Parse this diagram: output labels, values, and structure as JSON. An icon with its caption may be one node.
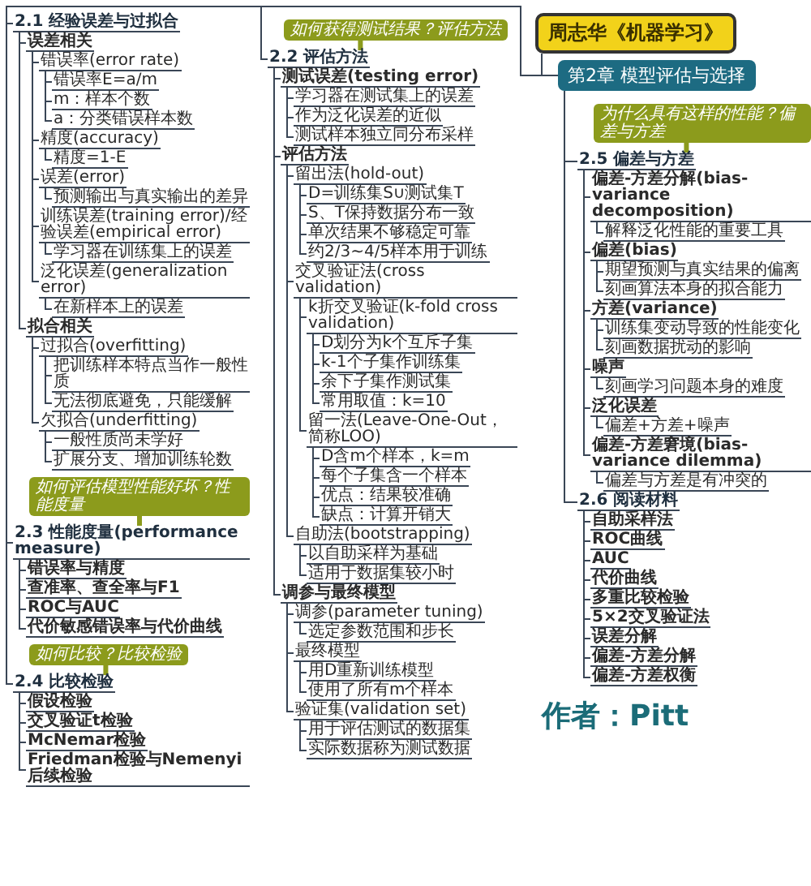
{
  "diagram": {
    "nodes": [
      {
        "text": [
          "周志华《机器学习》"
        ]
      },
      {
        "text": [
          "第2章 模型评估与选择"
        ]
      },
      {
        "text": [
          "2.1 经验误差与过拟合"
        ]
      },
      {
        "text": [
          "误差相关"
        ]
      },
      {
        "text": [
          "错误率(error rate)"
        ]
      },
      {
        "text": [
          "错误率E=a/m"
        ]
      },
      {
        "text": [
          "m：样本个数"
        ]
      },
      {
        "text": [
          "a：分类错误样本数"
        ]
      },
      {
        "text": [
          "精度(accuracy)"
        ]
      },
      {
        "text": [
          "精度=1-E"
        ]
      },
      {
        "text": [
          "误差(error)"
        ]
      },
      {
        "text": [
          "预测输出与真实输出的差异"
        ]
      },
      {
        "text": [
          "训练误差(training error)/经验误差(empirical error)"
        ]
      },
      {
        "text": [
          "学习器在训练集上的误差"
        ]
      },
      {
        "text": [
          "泛化误差(generalization error)"
        ]
      },
      {
        "text": [
          "在新样本上的误差"
        ]
      },
      {
        "text": [
          "拟合相关"
        ]
      },
      {
        "text": [
          "过拟合(overfitting)"
        ]
      },
      {
        "text": [
          "把训练样本特点当作一般性质"
        ]
      },
      {
        "text": [
          "无法彻底避免，只能缓解"
        ]
      },
      {
        "text": [
          "欠拟合(underfitting)"
        ]
      },
      {
        "text": [
          "一般性质尚未学好"
        ]
      },
      {
        "text": [
          "扩展分支、增加训练轮数"
        ]
      },
      {
        "text": [
          "如何获得测试结果？评估方法"
        ]
      },
      {
        "text": [
          "2.2 评估方法"
        ]
      },
      {
        "text": [
          "测试误差(testing error)"
        ]
      },
      {
        "text": [
          "学习器在测试集上的误差"
        ]
      },
      {
        "text": [
          "作为泛化误差的近似"
        ]
      },
      {
        "text": [
          "测试样本独立同分布采样"
        ]
      },
      {
        "text": [
          "评估方法"
        ]
      },
      {
        "text": [
          "留出法(hold-out)"
        ]
      },
      {
        "text": [
          "D=训练集S∪测试集T"
        ]
      },
      {
        "text": [
          "S、T保持数据分布一致"
        ]
      },
      {
        "text": [
          "单次结果不够稳定可靠"
        ]
      },
      {
        "text": [
          "约2/3~4/5样本用于训练"
        ]
      },
      {
        "text": [
          "交叉验证法(cross validation)"
        ]
      },
      {
        "text": [
          "k折交叉验证(k-fold cross validation)"
        ]
      },
      {
        "text": [
          "D划分为k个互斥子集"
        ]
      },
      {
        "text": [
          "k-1个子集作训练集"
        ]
      },
      {
        "text": [
          "余下子集作测试集"
        ]
      },
      {
        "text": [
          "常用取值：k=10"
        ]
      },
      {
        "text": [
          "留一法(Leave-One-Out，简称LOO)"
        ]
      },
      {
        "text": [
          "D含m个样本，k=m"
        ]
      },
      {
        "text": [
          "每个子集含一个样本"
        ]
      },
      {
        "text": [
          "优点：结果较准确"
        ]
      },
      {
        "text": [
          "缺点：计算开销大"
        ]
      },
      {
        "text": [
          "自助法(bootstrapping)"
        ]
      },
      {
        "text": [
          "以自助采样为基础"
        ]
      },
      {
        "text": [
          "适用于数据集较小时"
        ]
      },
      {
        "text": [
          "调参与最终模型"
        ]
      },
      {
        "text": [
          "调参(parameter tuning)"
        ]
      },
      {
        "text": [
          "选定参数范围和步长"
        ]
      },
      {
        "text": [
          "最终模型"
        ]
      },
      {
        "text": [
          "用D重新训练模型"
        ]
      },
      {
        "text": [
          "使用了所有m个样本"
        ]
      },
      {
        "text": [
          "验证集(validation set)"
        ]
      },
      {
        "text": [
          "用于评估测试的数据集"
        ]
      },
      {
        "text": [
          "实际数据称为测试数据"
        ]
      },
      {
        "text": [
          "如何评估模型性能好坏？性能度量"
        ]
      },
      {
        "text": [
          "2.3 性能度量(performance measure)"
        ]
      },
      {
        "text": [
          "错误率与精度"
        ]
      },
      {
        "text": [
          "查准率、查全率与F1"
        ]
      },
      {
        "text": [
          "ROC与AUC"
        ]
      },
      {
        "text": [
          "代价敏感错误率与代价曲线"
        ]
      },
      {
        "text": [
          "如何比较？比较检验"
        ]
      },
      {
        "text": [
          "2.4 比较检验"
        ]
      },
      {
        "text": [
          "假设检验"
        ]
      },
      {
        "text": [
          "交叉验证t检验"
        ]
      },
      {
        "text": [
          "McNemar检验"
        ]
      },
      {
        "text": [
          "Friedman检验与Nemenyi后续检验"
        ]
      },
      {
        "text": [
          "为什么具有这样的性能？偏差与方差"
        ]
      },
      {
        "text": [
          "2.5 偏差与方差"
        ]
      },
      {
        "text": [
          "偏差-方差分解(bias-variance decomposition)"
        ]
      },
      {
        "text": [
          "解释泛化性能的重要工具"
        ]
      },
      {
        "text": [
          "偏差(bias)"
        ]
      },
      {
        "text": [
          "期望预测与真实结果的偏离"
        ]
      },
      {
        "text": [
          "刻画算法本身的拟合能力"
        ]
      },
      {
        "text": [
          "方差(variance)"
        ]
      },
      {
        "text": [
          "训练集变动导致的性能变化"
        ]
      },
      {
        "text": [
          "刻画数据扰动的影响"
        ]
      },
      {
        "text": [
          "噪声"
        ]
      },
      {
        "text": [
          "刻画学习问题本身的难度"
        ]
      },
      {
        "text": [
          "泛化误差"
        ]
      },
      {
        "text": [
          "偏差+方差+噪声"
        ]
      },
      {
        "text": [
          "偏差-方差窘境(bias-variance dilemma)"
        ]
      },
      {
        "text": [
          "偏差与方差是有冲突的"
        ]
      },
      {
        "text": [
          "2.6 阅读材料"
        ]
      },
      {
        "text": [
          "自助采样法"
        ]
      },
      {
        "text": [
          "ROC曲线"
        ]
      },
      {
        "text": [
          "AUC"
        ]
      },
      {
        "text": [
          "代价曲线"
        ]
      },
      {
        "text": [
          "多重比较检验"
        ]
      },
      {
        "text": [
          "5×2交叉验证法"
        ]
      },
      {
        "text": [
          "误差分解"
        ]
      },
      {
        "text": [
          "偏差-方差分解"
        ]
      },
      {
        "text": [
          "偏差-方差权衡"
        ]
      }
    ],
    "edges": [
      {
        "from": 0,
        "to": 1,
        "arrow": "none"
      },
      {
        "from": 1,
        "to": 2,
        "arrow": "none"
      },
      {
        "from": 2,
        "to": 3,
        "arrow": "none"
      },
      {
        "from": 3,
        "to": 4,
        "arrow": "none"
      },
      {
        "from": 4,
        "to": 5,
        "arrow": "none"
      },
      {
        "from": 4,
        "to": 6,
        "arrow": "none"
      },
      {
        "from": 4,
        "to": 7,
        "arrow": "none"
      },
      {
        "from": 3,
        "to": 8,
        "arrow": "none"
      },
      {
        "from": 8,
        "to": 9,
        "arrow": "none"
      },
      {
        "from": 3,
        "to": 10,
        "arrow": "none"
      },
      {
        "from": 10,
        "to": 11,
        "arrow": "none"
      },
      {
        "from": 3,
        "to": 12,
        "arrow": "none"
      },
      {
        "from": 12,
        "to": 13,
        "arrow": "none"
      },
      {
        "from": 3,
        "to": 14,
        "arrow": "none"
      },
      {
        "from": 14,
        "to": 15,
        "arrow": "none"
      },
      {
        "from": 2,
        "to": 16,
        "arrow": "none"
      },
      {
        "from": 16,
        "to": 17,
        "arrow": "none"
      },
      {
        "from": 17,
        "to": 18,
        "arrow": "none"
      },
      {
        "from": 17,
        "to": 19,
        "arrow": "none"
      },
      {
        "from": 16,
        "to": 20,
        "arrow": "none"
      },
      {
        "from": 20,
        "to": 21,
        "arrow": "none"
      },
      {
        "from": 20,
        "to": 22,
        "arrow": "none"
      },
      {
        "from": 23,
        "to": 24,
        "arrow": "none",
        "style": "thick",
        "color": "#8c9b1c"
      },
      {
        "from": 1,
        "to": 24,
        "arrow": "none"
      },
      {
        "from": 24,
        "to": 25,
        "arrow": "none"
      },
      {
        "from": 25,
        "to": 26,
        "arrow": "none"
      },
      {
        "from": 25,
        "to": 27,
        "arrow": "none"
      },
      {
        "from": 25,
        "to": 28,
        "arrow": "none"
      },
      {
        "from": 24,
        "to": 29,
        "arrow": "none"
      },
      {
        "from": 29,
        "to": 30,
        "arrow": "none"
      },
      {
        "from": 30,
        "to": 31,
        "arrow": "none"
      },
      {
        "from": 30,
        "to": 32,
        "arrow": "none"
      },
      {
        "from": 30,
        "to": 33,
        "arrow": "none"
      },
      {
        "from": 30,
        "to": 34,
        "arrow": "none"
      },
      {
        "from": 29,
        "to": 35,
        "arrow": "none"
      },
      {
        "from": 35,
        "to": 36,
        "arrow": "none"
      },
      {
        "from": 36,
        "to": 37,
        "arrow": "none"
      },
      {
        "from": 36,
        "to": 38,
        "arrow": "none"
      },
      {
        "from": 36,
        "to": 39,
        "arrow": "none"
      },
      {
        "from": 36,
        "to": 40,
        "arrow": "none"
      },
      {
        "from": 35,
        "to": 41,
        "arrow": "none"
      },
      {
        "from": 41,
        "to": 42,
        "arrow": "none"
      },
      {
        "from": 41,
        "to": 43,
        "arrow": "none"
      },
      {
        "from": 41,
        "to": 44,
        "arrow": "none"
      },
      {
        "from": 41,
        "to": 45,
        "arrow": "none"
      },
      {
        "from": 29,
        "to": 46,
        "arrow": "none"
      },
      {
        "from": 46,
        "to": 47,
        "arrow": "none"
      },
      {
        "from": 46,
        "to": 48,
        "arrow": "none"
      },
      {
        "from": 24,
        "to": 49,
        "arrow": "none"
      },
      {
        "from": 49,
        "to": 50,
        "arrow": "none"
      },
      {
        "from": 50,
        "to": 51,
        "arrow": "none"
      },
      {
        "from": 49,
        "to": 52,
        "arrow": "none"
      },
      {
        "from": 52,
        "to": 53,
        "arrow": "none"
      },
      {
        "from": 52,
        "to": 54,
        "arrow": "none"
      },
      {
        "from": 49,
        "to": 55,
        "arrow": "none"
      },
      {
        "from": 55,
        "to": 56,
        "arrow": "none"
      },
      {
        "from": 55,
        "to": 57,
        "arrow": "none"
      },
      {
        "from": 58,
        "to": 59,
        "arrow": "none",
        "style": "thick",
        "color": "#8c9b1c"
      },
      {
        "from": 1,
        "to": 59,
        "arrow": "none"
      },
      {
        "from": 59,
        "to": 60,
        "arrow": "none"
      },
      {
        "from": 59,
        "to": 61,
        "arrow": "none"
      },
      {
        "from": 59,
        "to": 62,
        "arrow": "none"
      },
      {
        "from": 59,
        "to": 63,
        "arrow": "none"
      },
      {
        "from": 64,
        "to": 65,
        "arrow": "none",
        "style": "thick",
        "color": "#8c9b1c"
      },
      {
        "from": 1,
        "to": 65,
        "arrow": "none"
      },
      {
        "from": 65,
        "to": 66,
        "arrow": "none"
      },
      {
        "from": 65,
        "to": 67,
        "arrow": "none"
      },
      {
        "from": 65,
        "to": 68,
        "arrow": "none"
      },
      {
        "from": 65,
        "to": 69,
        "arrow": "none"
      },
      {
        "from": 70,
        "to": 71,
        "arrow": "none",
        "style": "thick",
        "color": "#8c9b1c"
      },
      {
        "from": 1,
        "to": 71,
        "arrow": "none"
      },
      {
        "from": 71,
        "to": 72,
        "arrow": "none"
      },
      {
        "from": 72,
        "to": 73,
        "arrow": "none"
      },
      {
        "from": 71,
        "to": 74,
        "arrow": "none"
      },
      {
        "from": 74,
        "to": 75,
        "arrow": "none"
      },
      {
        "from": 74,
        "to": 76,
        "arrow": "none"
      },
      {
        "from": 71,
        "to": 77,
        "arrow": "none"
      },
      {
        "from": 77,
        "to": 78,
        "arrow": "none"
      },
      {
        "from": 77,
        "to": 79,
        "arrow": "none"
      },
      {
        "from": 71,
        "to": 80,
        "arrow": "none"
      },
      {
        "from": 80,
        "to": 81,
        "arrow": "none"
      },
      {
        "from": 71,
        "to": 82,
        "arrow": "none"
      },
      {
        "from": 82,
        "to": 83,
        "arrow": "none"
      },
      {
        "from": 71,
        "to": 84,
        "arrow": "none"
      },
      {
        "from": 84,
        "to": 85,
        "arrow": "none"
      },
      {
        "from": 1,
        "to": 86,
        "arrow": "none"
      },
      {
        "from": 86,
        "to": 87,
        "arrow": "none"
      },
      {
        "from": 86,
        "to": 88,
        "arrow": "none"
      },
      {
        "from": 86,
        "to": 89,
        "arrow": "none"
      },
      {
        "from": 86,
        "to": 90,
        "arrow": "none"
      },
      {
        "from": 86,
        "to": 91,
        "arrow": "none"
      },
      {
        "from": 86,
        "to": 92,
        "arrow": "none"
      },
      {
        "from": 86,
        "to": 93,
        "arrow": "none"
      },
      {
        "from": 86,
        "to": 94,
        "arrow": "none"
      },
      {
        "from": 86,
        "to": 95,
        "arrow": "none"
      }
    ],
    "labels": [
      "作者：Pitt"
    ]
  }
}
